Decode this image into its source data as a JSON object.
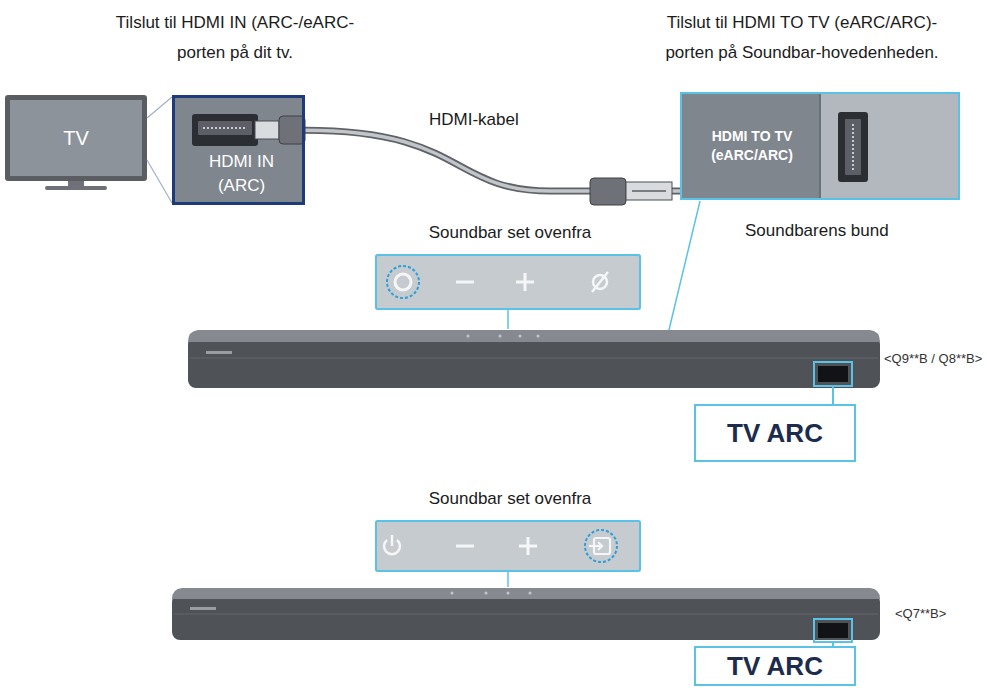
{
  "diagram": {
    "nodes": [
      {
        "text": [
          "TV"
        ]
      },
      {
        "text": [
          "Tilslut til HDMI IN (ARC-/eARC-porten på dit tv.",
          "HDMI IN (ARC)"
        ]
      },
      {
        "text": [
          "Tilslut til HDMI TO TV (eARC/ARC)- porten på Soundbar-hovedenheden.",
          "HDMI TO TV (eARC/ARC)"
        ]
      },
      {
        "text": [
          "Soundbar set ovenfra"
        ]
      },
      {
        "text": [
          "TV ARC"
        ]
      },
      {
        "text": [
          "Soundbar set ovenfra"
        ]
      },
      {
        "text": [
          "TV ARC"
        ]
      }
    ],
    "edges": [
      {
        "from": 1,
        "to": 2,
        "label": "HDMI-kabel",
        "arrow": "none"
      }
    ],
    "labels": [
      "Soundbarens bund",
      "<Q9**B / Q8**B>",
      "<Q7**B>"
    ]
  }
}
